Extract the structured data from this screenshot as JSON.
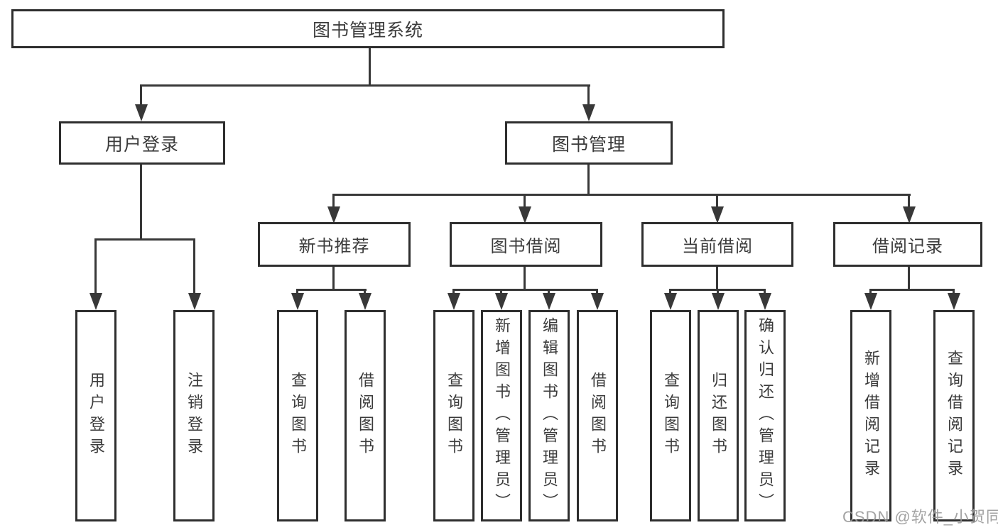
{
  "root": {
    "label": "图书管理系统"
  },
  "user": {
    "label": "用户登录",
    "children": [
      {
        "label": "用户登录"
      },
      {
        "label": "注销登录"
      }
    ]
  },
  "mgmt": {
    "label": "图书管理",
    "groups": [
      {
        "label": "新书推荐",
        "children": [
          {
            "label": "查询图书"
          },
          {
            "label": "借阅图书"
          }
        ]
      },
      {
        "label": "图书借阅",
        "children": [
          {
            "label": "查询图书"
          },
          {
            "label": "新增图书（管理员）"
          },
          {
            "label": "编辑图书（管理员）"
          },
          {
            "label": "借阅图书"
          }
        ]
      },
      {
        "label": "当前借阅",
        "children": [
          {
            "label": "查询图书"
          },
          {
            "label": "归还图书"
          },
          {
            "label": "确认归还（管理员）"
          }
        ]
      },
      {
        "label": "借阅记录",
        "children": [
          {
            "label": "新增借阅记录"
          },
          {
            "label": "查询借阅记录"
          }
        ]
      }
    ]
  },
  "watermark": "CSDN @软件_小贺同学",
  "colors": {
    "line": "#383838",
    "border": "#2e2e2e",
    "text": "#3b3b3b",
    "watermark": "#969696",
    "background": "#ffffff"
  }
}
